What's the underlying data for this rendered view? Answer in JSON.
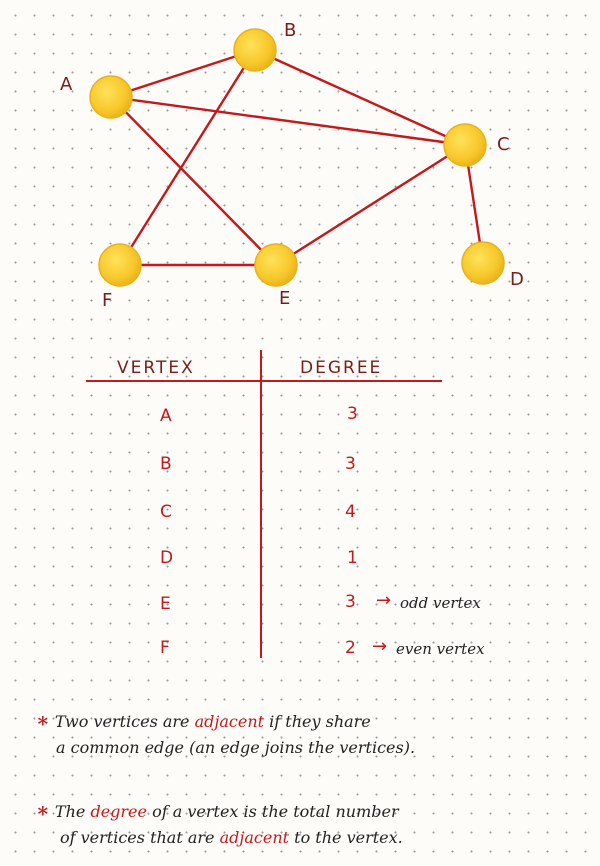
{
  "graph": {
    "vertices": [
      {
        "id": "A",
        "label": "A"
      },
      {
        "id": "B",
        "label": "B"
      },
      {
        "id": "C",
        "label": "C"
      },
      {
        "id": "D",
        "label": "D"
      },
      {
        "id": "E",
        "label": "E"
      },
      {
        "id": "F",
        "label": "F"
      }
    ],
    "edges": [
      [
        "A",
        "B"
      ],
      [
        "A",
        "C"
      ],
      [
        "A",
        "E"
      ],
      [
        "B",
        "C"
      ],
      [
        "B",
        "F"
      ],
      [
        "F",
        "E"
      ],
      [
        "E",
        "C"
      ],
      [
        "C",
        "D"
      ]
    ],
    "vertex_color": "#f7c72a",
    "edge_color": "#c4181c"
  },
  "table": {
    "headers": {
      "vertex": "VERTEX",
      "degree": "DEGREE"
    },
    "rows": [
      {
        "vertex": "A",
        "degree": "3",
        "note": ""
      },
      {
        "vertex": "B",
        "degree": "3",
        "note": ""
      },
      {
        "vertex": "C",
        "degree": "4",
        "note": ""
      },
      {
        "vertex": "D",
        "degree": "1",
        "note": ""
      },
      {
        "vertex": "E",
        "degree": "3",
        "note": "odd vertex"
      },
      {
        "vertex": "F",
        "degree": "2",
        "note": "even vertex"
      }
    ]
  },
  "notes": {
    "adjacent": {
      "prefix": "Two vertices are ",
      "term": "adjacent",
      "line1_suffix": " if they share",
      "line2": "a common edge (an edge joins the vertices)."
    },
    "degree": {
      "prefix": "The ",
      "term": "degree",
      "line1_suffix": " of a vertex is the total number",
      "line2_prefix": "of vertices that are ",
      "line2_term": "adjacent",
      "line2_suffix": " to the vertex."
    }
  }
}
